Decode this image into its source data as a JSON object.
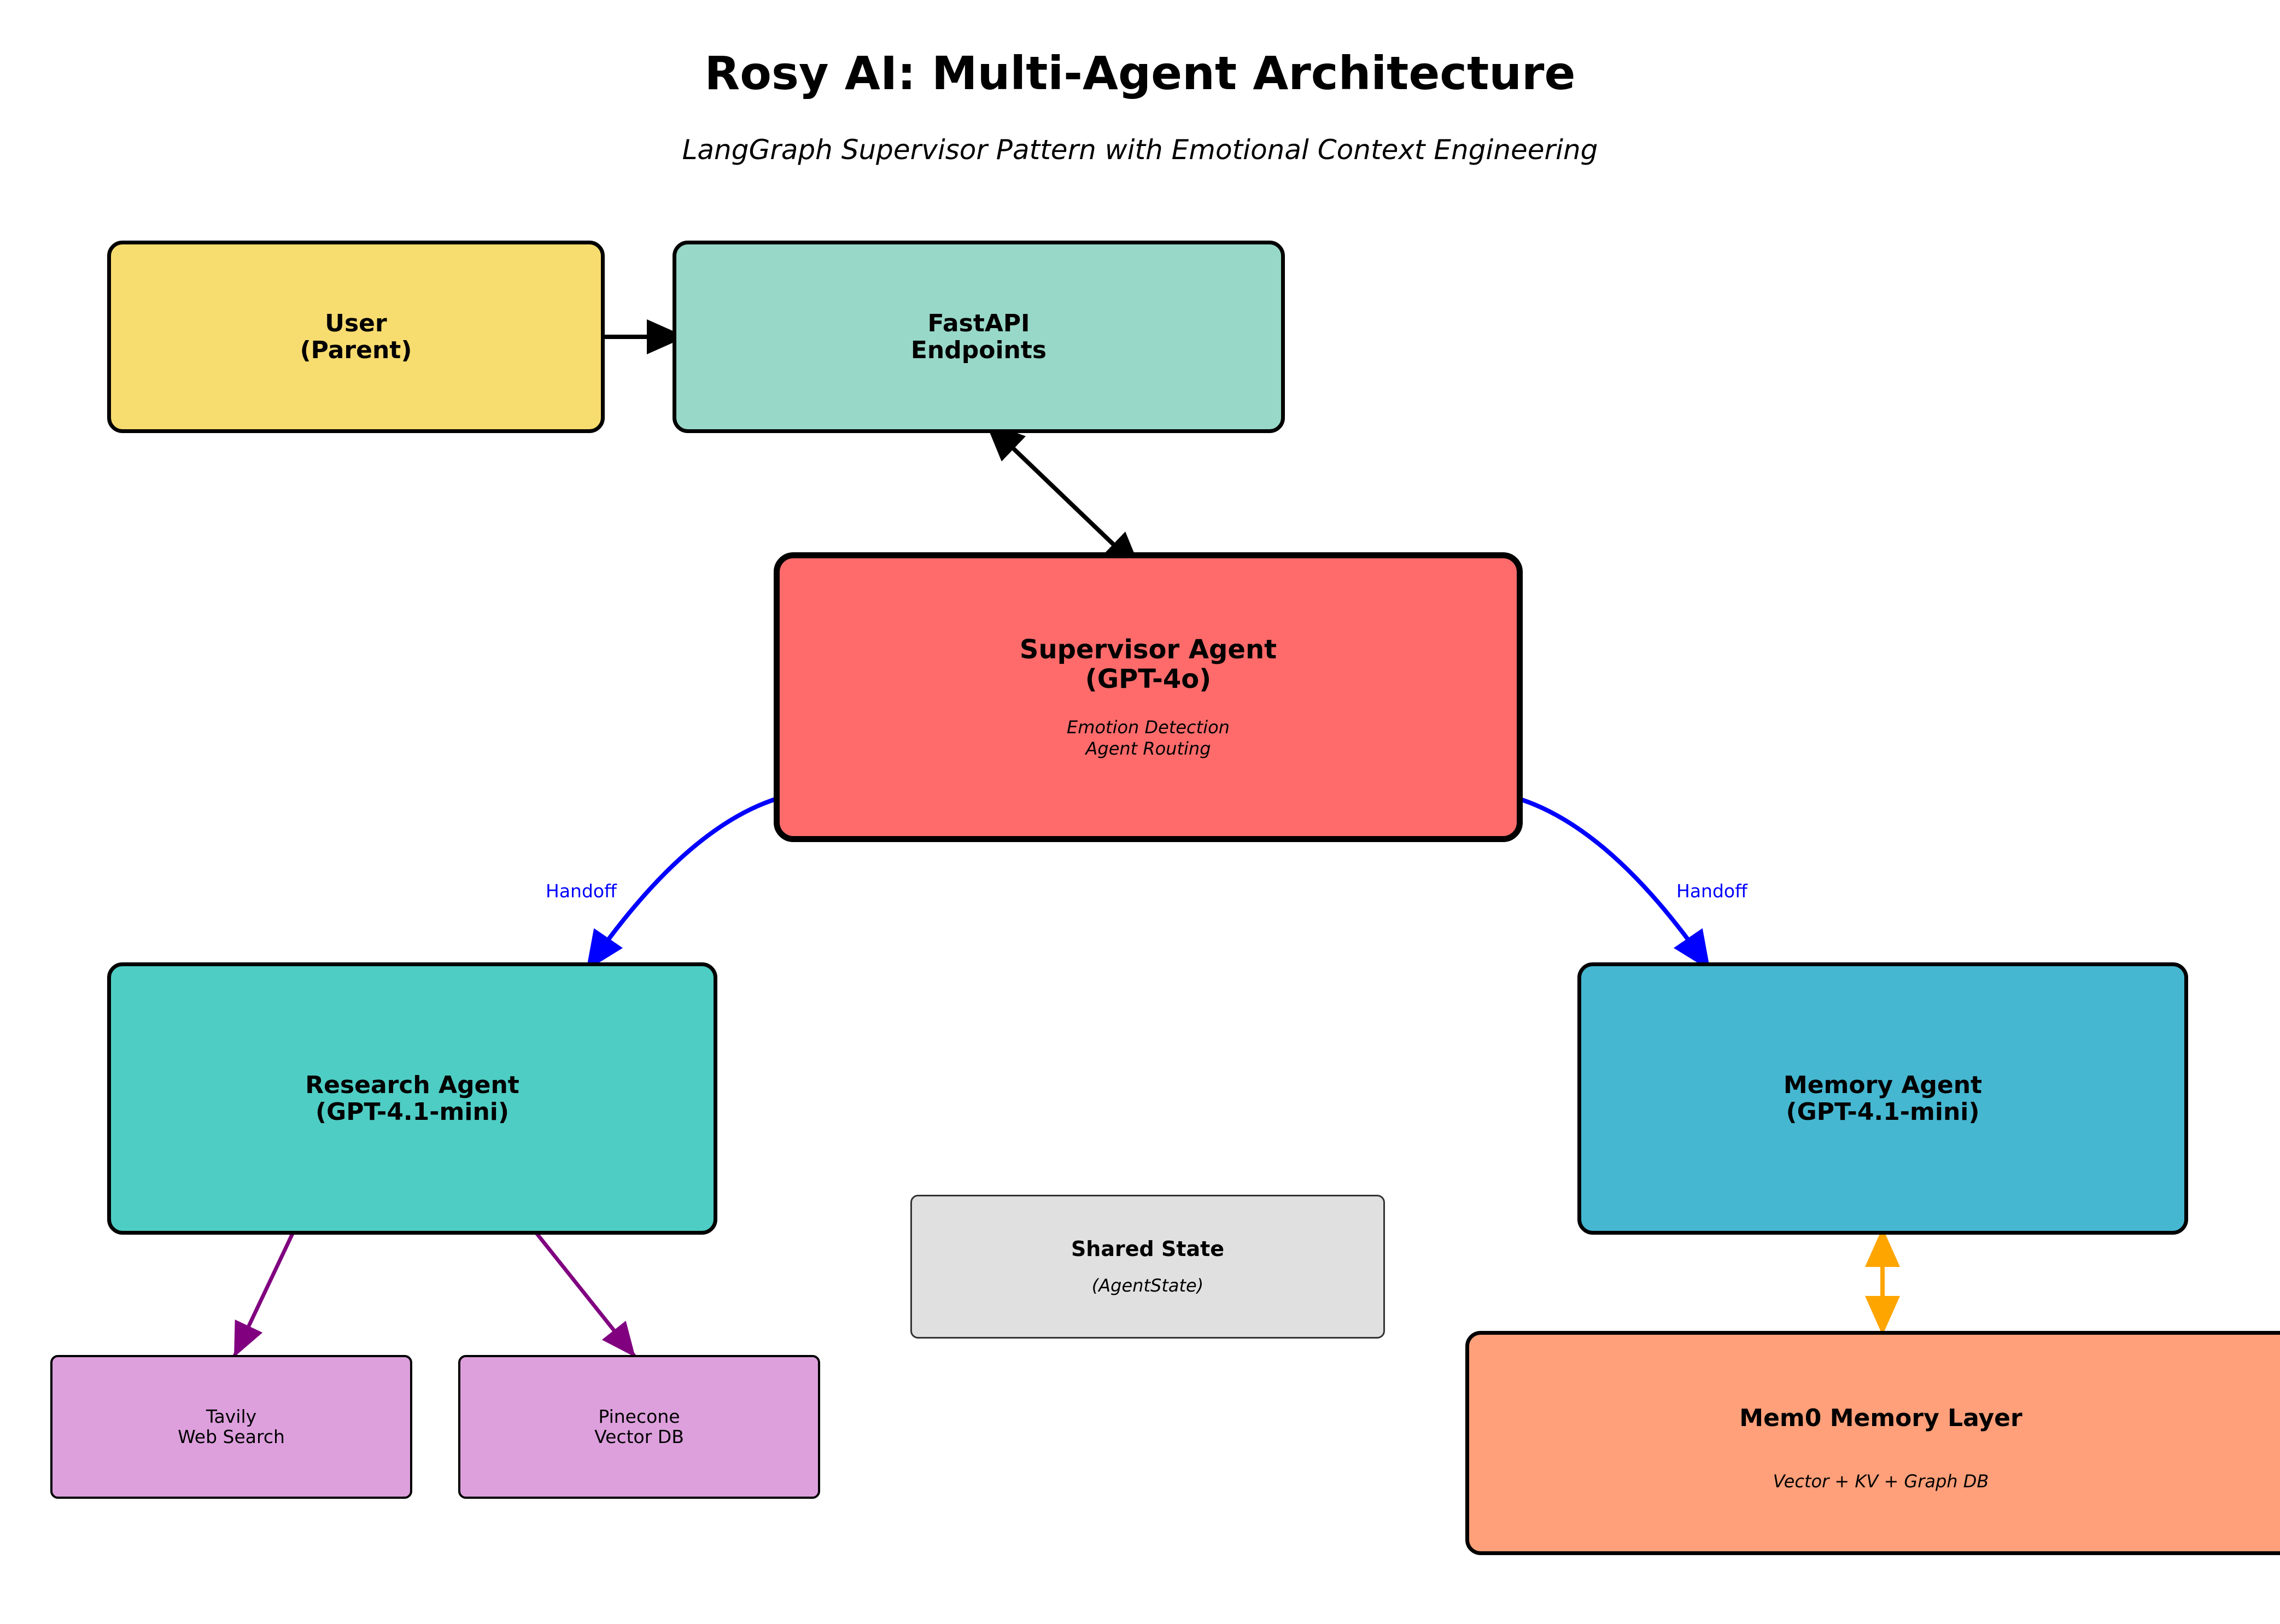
{
  "diagram": {
    "title": "Rosy AI: Multi-Agent Architecture",
    "subtitle": "LangGraph Supervisor Pattern with Emotional Context Engineering",
    "nodes": {
      "user": {
        "label": "User\n(Parent)",
        "color": "#F7DC6F"
      },
      "fastapi": {
        "label": "FastAPI\nEndpoints",
        "color": "#98D8C8"
      },
      "supervisor": {
        "label": "Supervisor Agent\n(GPT-4o)",
        "detail": "Emotion Detection\nAgent Routing",
        "color": "#FF6B6B"
      },
      "research": {
        "label": "Research Agent\n(GPT-4.1-mini)",
        "color": "#4ECDC4"
      },
      "memory": {
        "label": "Memory Agent\n(GPT-4.1-mini)",
        "color": "#45B7D1"
      },
      "shared_state": {
        "label": "Shared State",
        "detail": "(AgentState)",
        "color": "#E0E0E0"
      },
      "tavily": {
        "label": "Tavily\nWeb Search",
        "color": "#DDA0DD"
      },
      "pinecone": {
        "label": "Pinecone\nVector DB",
        "color": "#DDA0DD"
      },
      "mem0": {
        "label": "Mem0 Memory Layer",
        "detail": "Vector + KV + Graph DB",
        "color": "#FFA07A"
      }
    },
    "edges": {
      "handoff_left": "Handoff",
      "handoff_right": "Handoff"
    },
    "colors": {
      "handoff": "#0000FF",
      "tools": "#800080",
      "memory_link": "#FFA500",
      "main": "#000000"
    }
  }
}
